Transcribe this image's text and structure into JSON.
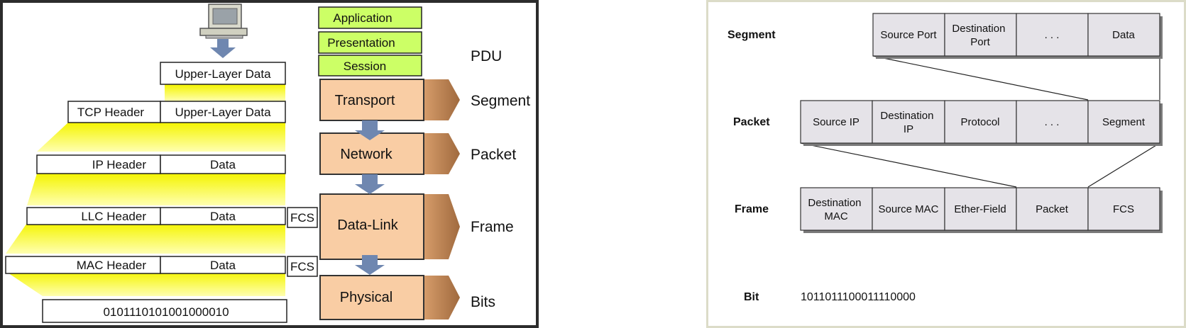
{
  "left": {
    "layers": {
      "application": "Application",
      "presentation": "Presentation",
      "session": "Session",
      "transport": "Transport",
      "network": "Network",
      "datalink": "Data-Link",
      "physical": "Physical"
    },
    "pdu": {
      "title": "PDU",
      "segment": "Segment",
      "packet": "Packet",
      "frame": "Frame",
      "bits": "Bits"
    },
    "stack": {
      "upper_layer_data": "Upper-Layer Data",
      "tcp_header": "TCP Header",
      "tcp_upper_layer_data": "Upper-Layer Data",
      "ip_header": "IP Header",
      "ip_data": "Data",
      "llc_header": "LLC Header",
      "llc_data": "Data",
      "llc_fcs": "FCS",
      "mac_header": "MAC Header",
      "mac_data": "Data",
      "mac_fcs": "FCS",
      "bits": "0101110101001000010"
    },
    "colors": {
      "layer_upper": "#ccff66",
      "layer_lower": "#f9cda4",
      "arrow": "#6f87b0",
      "wedge": "#ffff00"
    }
  },
  "right": {
    "labels": {
      "segment": "Segment",
      "packet": "Packet",
      "frame": "Frame",
      "bit": "Bit"
    },
    "segment_fields": [
      "Source Port",
      "Destination Port",
      ". . .",
      "Data"
    ],
    "packet_fields": [
      "Source IP",
      "Destination IP",
      "Protocol",
      ". . .",
      "Segment"
    ],
    "frame_fields": [
      "Destination MAC",
      "Source MAC",
      "Ether-Field",
      "Packet",
      "FCS"
    ],
    "bit_value": "1011011100011110000"
  }
}
